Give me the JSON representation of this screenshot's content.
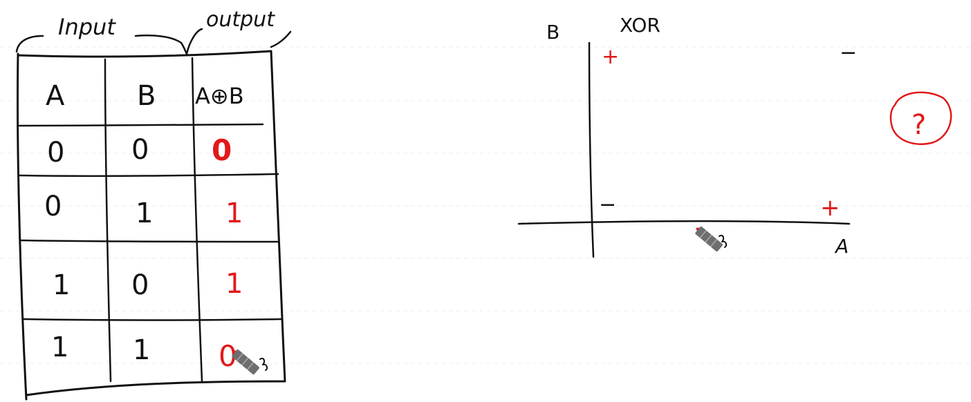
{
  "truth_table": {
    "brace_left_label": "Input",
    "brace_right_label": "output",
    "headers": [
      "A",
      "B",
      "A⊕B"
    ],
    "rows": [
      [
        "0",
        "0",
        "0"
      ],
      [
        "0",
        "1",
        "1"
      ],
      [
        "1",
        "0",
        "1"
      ],
      [
        "1",
        "1",
        "0"
      ]
    ]
  },
  "xor_plot": {
    "title": "XOR",
    "y_axis_label": "B",
    "x_axis_label": "A",
    "point_top_left": "+",
    "point_top_right": "−",
    "point_bottom_left": "−",
    "point_bottom_right": "+",
    "question_mark": "?"
  },
  "colors": {
    "ink": "#111111",
    "highlight": "#e11919",
    "ruled_line": "#e8e8e8",
    "pen": "#6e6e6e"
  },
  "icons": [
    "pen-cursor-icon"
  ]
}
